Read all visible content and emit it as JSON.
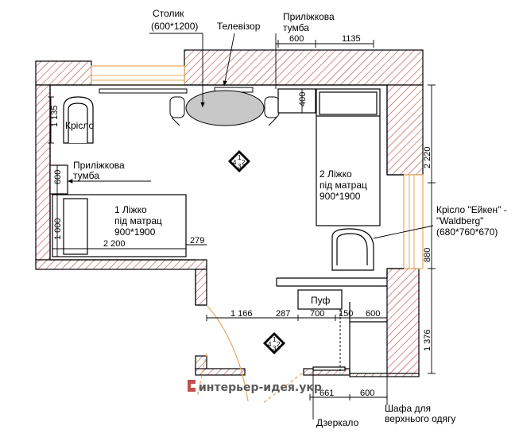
{
  "labels": {
    "table_title": "Столик",
    "table_size": "(600*1200)",
    "tv": "Телевізор",
    "nightstand_top_1": "Приліжкова",
    "nightstand_top_2": "тумба",
    "armchair_small": "Крісло",
    "nightstand_left_1": "Приліжкова",
    "nightstand_left_2": "тумба",
    "bed1_1": "1 Ліжко",
    "bed1_2": "під матрац",
    "bed1_3": "900*1900",
    "bed2_1": "2 Ліжко",
    "bed2_2": "під матрац",
    "bed2_3": "900*1900",
    "armchair_1": "Крісло \"Ейкен\" -",
    "armchair_2": "\"Waldberg\"",
    "armchair_3": "(680*760*670)",
    "pouf": "Пуф",
    "mirror": "Дзеркало",
    "wardrobe_1": "Шафа для",
    "wardrobe_2": "верхнього одягу",
    "watermark": "интерьер-идея.укр"
  },
  "dimensions": {
    "d600_top": "600",
    "d1135": "1135",
    "d400": "400",
    "d135": "1 135",
    "d600_left": "600",
    "d1000": "1 000",
    "d2200": "2 200",
    "d279": "279",
    "d2220": "2 220",
    "d880": "880",
    "d1376": "1 376",
    "d1166": "1 166",
    "d287": "287",
    "d700": "700",
    "d150": "150",
    "d600_mid": "600",
    "d661": "661",
    "d600_bot": "600"
  },
  "compass": [
    "1",
    "2",
    "3",
    "4"
  ],
  "colors": {
    "wall_hatch": "#c0504d",
    "window": "#e8a85a",
    "table_fill": "#c8c8c8"
  }
}
